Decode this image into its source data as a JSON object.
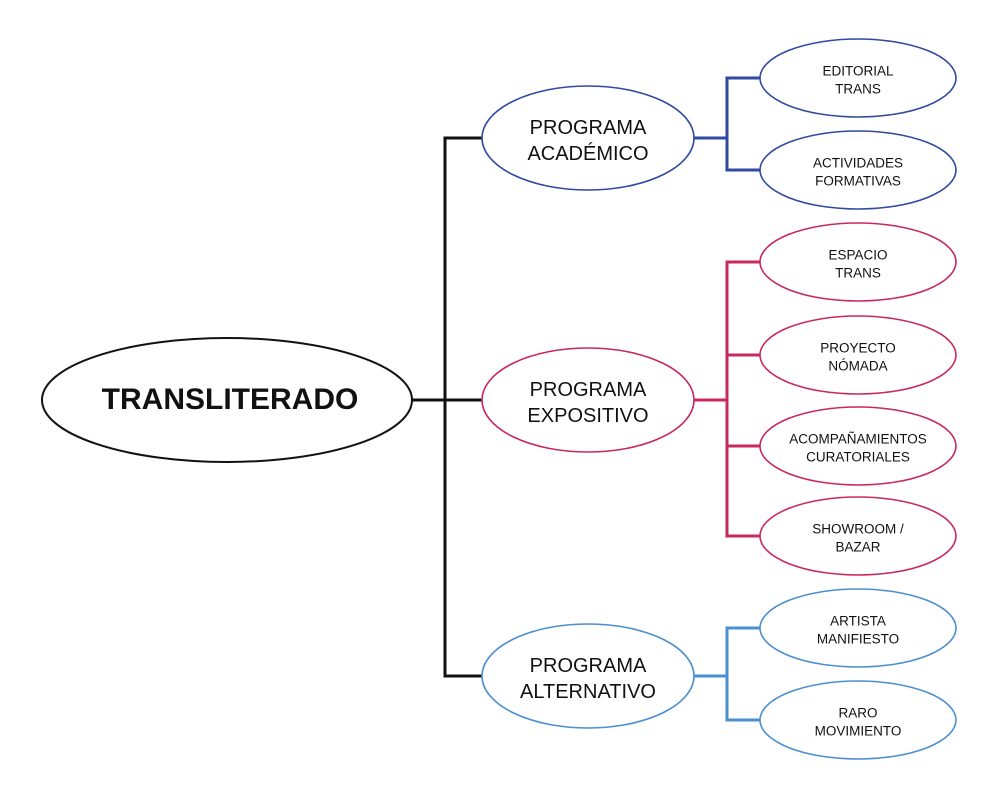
{
  "colors": {
    "root": "#111111",
    "academico": "#2f4aa0",
    "expositivo": "#c8285f",
    "alternativo": "#4b8fd0"
  },
  "root": {
    "label": "TRANSLITERADO"
  },
  "branches": [
    {
      "id": "academico",
      "lines": [
        "PROGRAMA",
        "ACADÉMICO"
      ],
      "children": [
        {
          "lines": [
            "EDITORIAL",
            "TRANS"
          ]
        },
        {
          "lines": [
            "ACTIVIDADES",
            "FORMATIVAS"
          ]
        }
      ]
    },
    {
      "id": "expositivo",
      "lines": [
        "PROGRAMA",
        "EXPOSITIVO"
      ],
      "children": [
        {
          "lines": [
            "ESPACIO",
            "TRANS"
          ]
        },
        {
          "lines": [
            "PROYECTO",
            "NÓMADA"
          ]
        },
        {
          "lines": [
            "ACOMPAÑAMIENTOS",
            "CURATORIALES"
          ]
        },
        {
          "lines": [
            "SHOWROOM /",
            "BAZAR"
          ]
        }
      ]
    },
    {
      "id": "alternativo",
      "lines": [
        "PROGRAMA",
        "ALTERNATIVO"
      ],
      "children": [
        {
          "lines": [
            "ARTISTA",
            "MANIFIESTO"
          ]
        },
        {
          "lines": [
            "RARO",
            "MOVIMIENTO"
          ]
        }
      ]
    }
  ]
}
